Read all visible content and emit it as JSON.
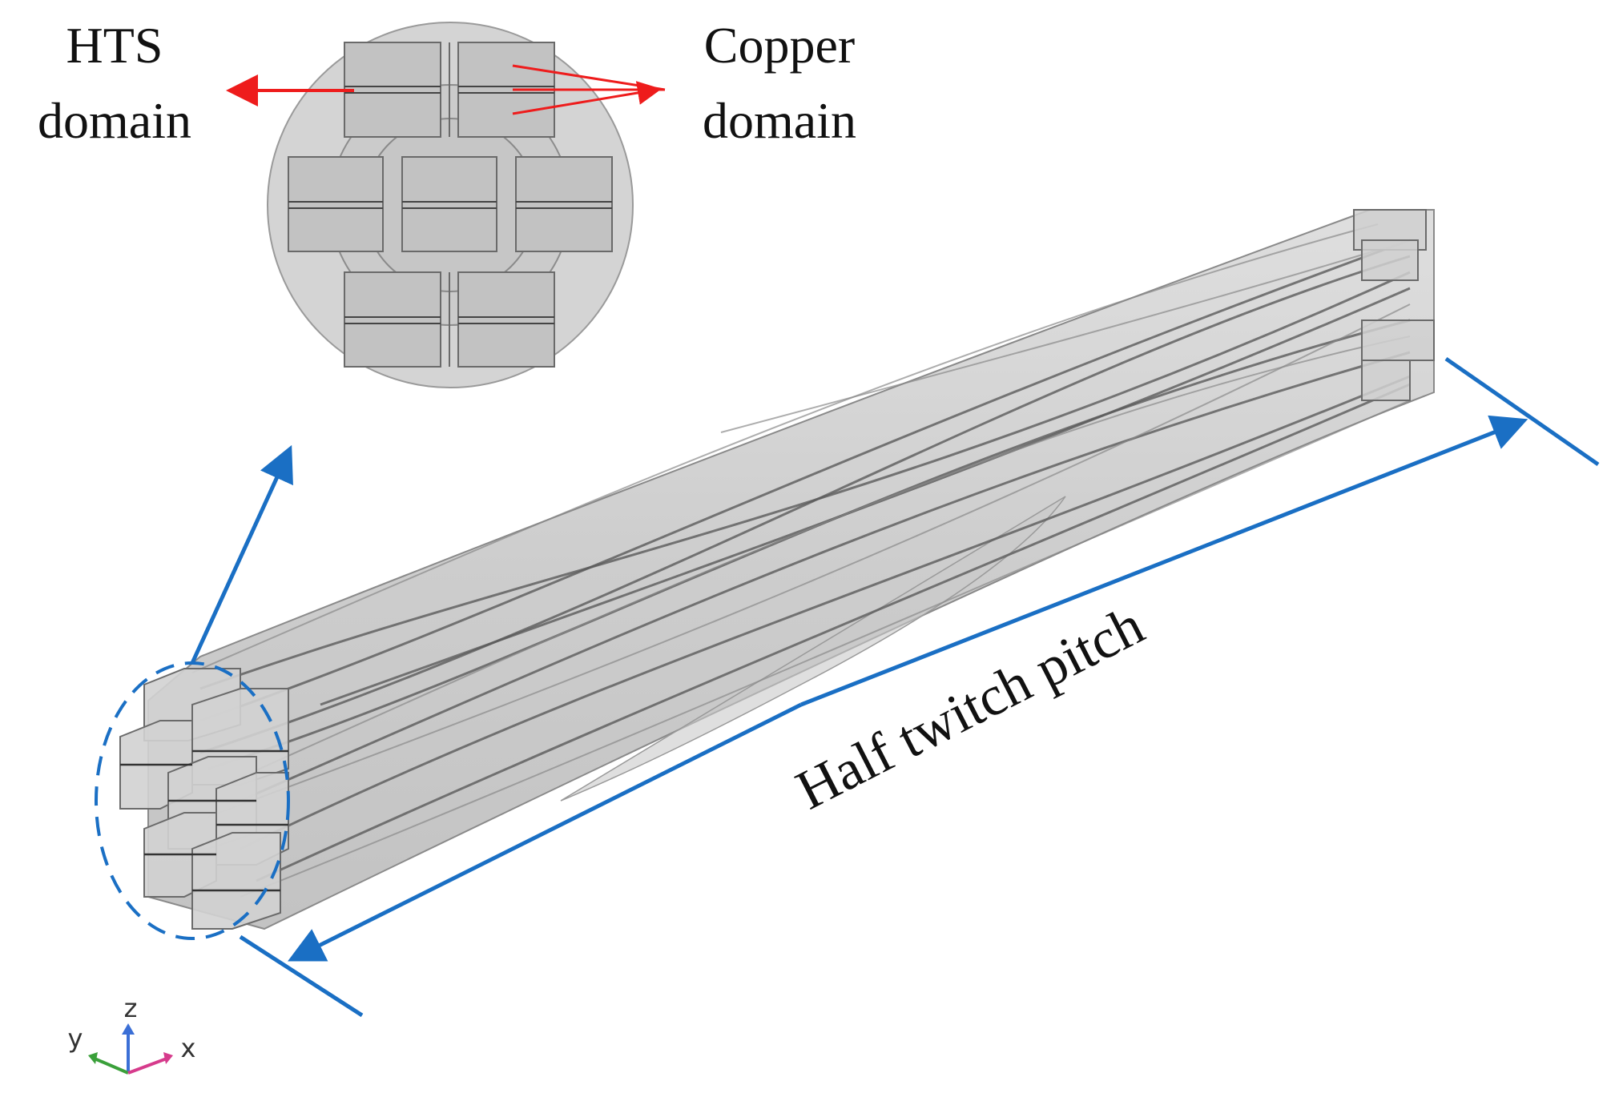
{
  "labels": {
    "hts_line1": "HTS",
    "hts_line2": "domain",
    "copper_line1": "Copper",
    "copper_line2": "domain",
    "pitch": "Half twitch pitch"
  },
  "axes_triad": {
    "z": "z",
    "y": "y",
    "x": "x"
  },
  "colors": {
    "annotation_blue": "#1a6fc4",
    "annotation_red": "#ee1c1c",
    "conductor_fill": "#c8c8c8",
    "conductor_edge": "#6e6e6e",
    "axis_z": "#3b6fd6",
    "axis_y": "#3aa03a",
    "axis_x": "#d63b8c"
  }
}
